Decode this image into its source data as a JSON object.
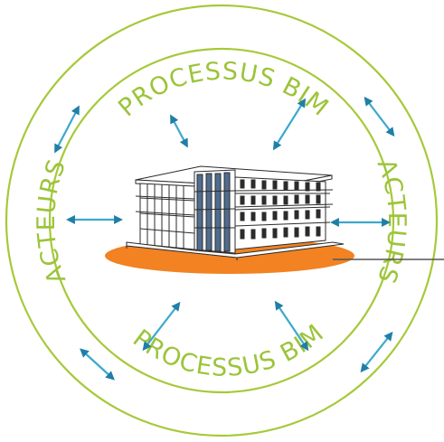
{
  "diagram": {
    "labels": {
      "process_top": "PROCESSUS BIM",
      "process_bottom": "PROCESSUS BIM",
      "actors_left": "ACTEURS",
      "actors_right": "ACTEURS"
    },
    "colors": {
      "ring": "#a6c93a",
      "ring_text": "#9cc43a",
      "arrow": "#3aa9cc",
      "arrow_dark": "#1f7fa6",
      "ground": "#f28222",
      "building_line": "#2b2b2b",
      "glass": "#4f6d8f",
      "leader_line": "#555555"
    },
    "icons": {
      "arrow": "double-headed-arrow-icon",
      "building": "building-illustration"
    }
  }
}
